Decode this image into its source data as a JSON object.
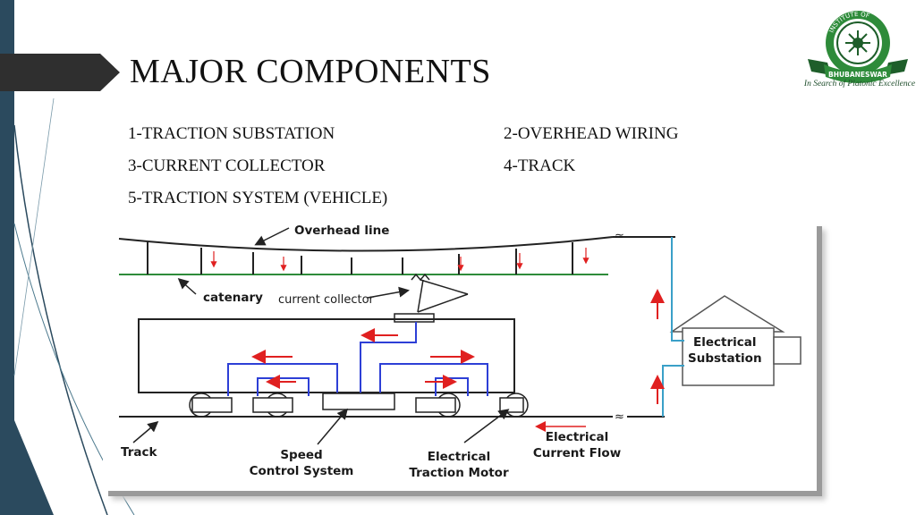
{
  "slide": {
    "title": "MAJOR COMPONENTS",
    "items": [
      "1-TRACTION  SUBSTATION",
      "2-OVERHEAD WIRING",
      "3-CURRENT COLLECTOR",
      "4-TRACK",
      "5-TRACTION SYSTEM  (VEHICLE)"
    ]
  },
  "logo": {
    "ring_text": "INSTITUTE OF",
    "banner_text": "BHUBANESWAR",
    "tagline": "In Search of Platonic Excellence",
    "colors": {
      "green": "#2e8b3a",
      "dark_green": "#1e5e2a"
    }
  },
  "diagram": {
    "labels": {
      "overhead_line": "Overhead line",
      "catenary": "catenary",
      "current_collector": "current collector",
      "electrical_substation_line1": "Electrical",
      "electrical_substation_line2": "Substation",
      "track": "Track",
      "speed_line1": "Speed",
      "speed_line2": "Control System",
      "motor_line1": "Electrical",
      "motor_line2": "Traction Motor",
      "flow_line1": "Electrical",
      "flow_line2": "Current Flow"
    },
    "colors": {
      "wire": "#222222",
      "current": "#e02020",
      "circuit": "#2d3fd6",
      "feeder": "#3aa0c8"
    }
  }
}
